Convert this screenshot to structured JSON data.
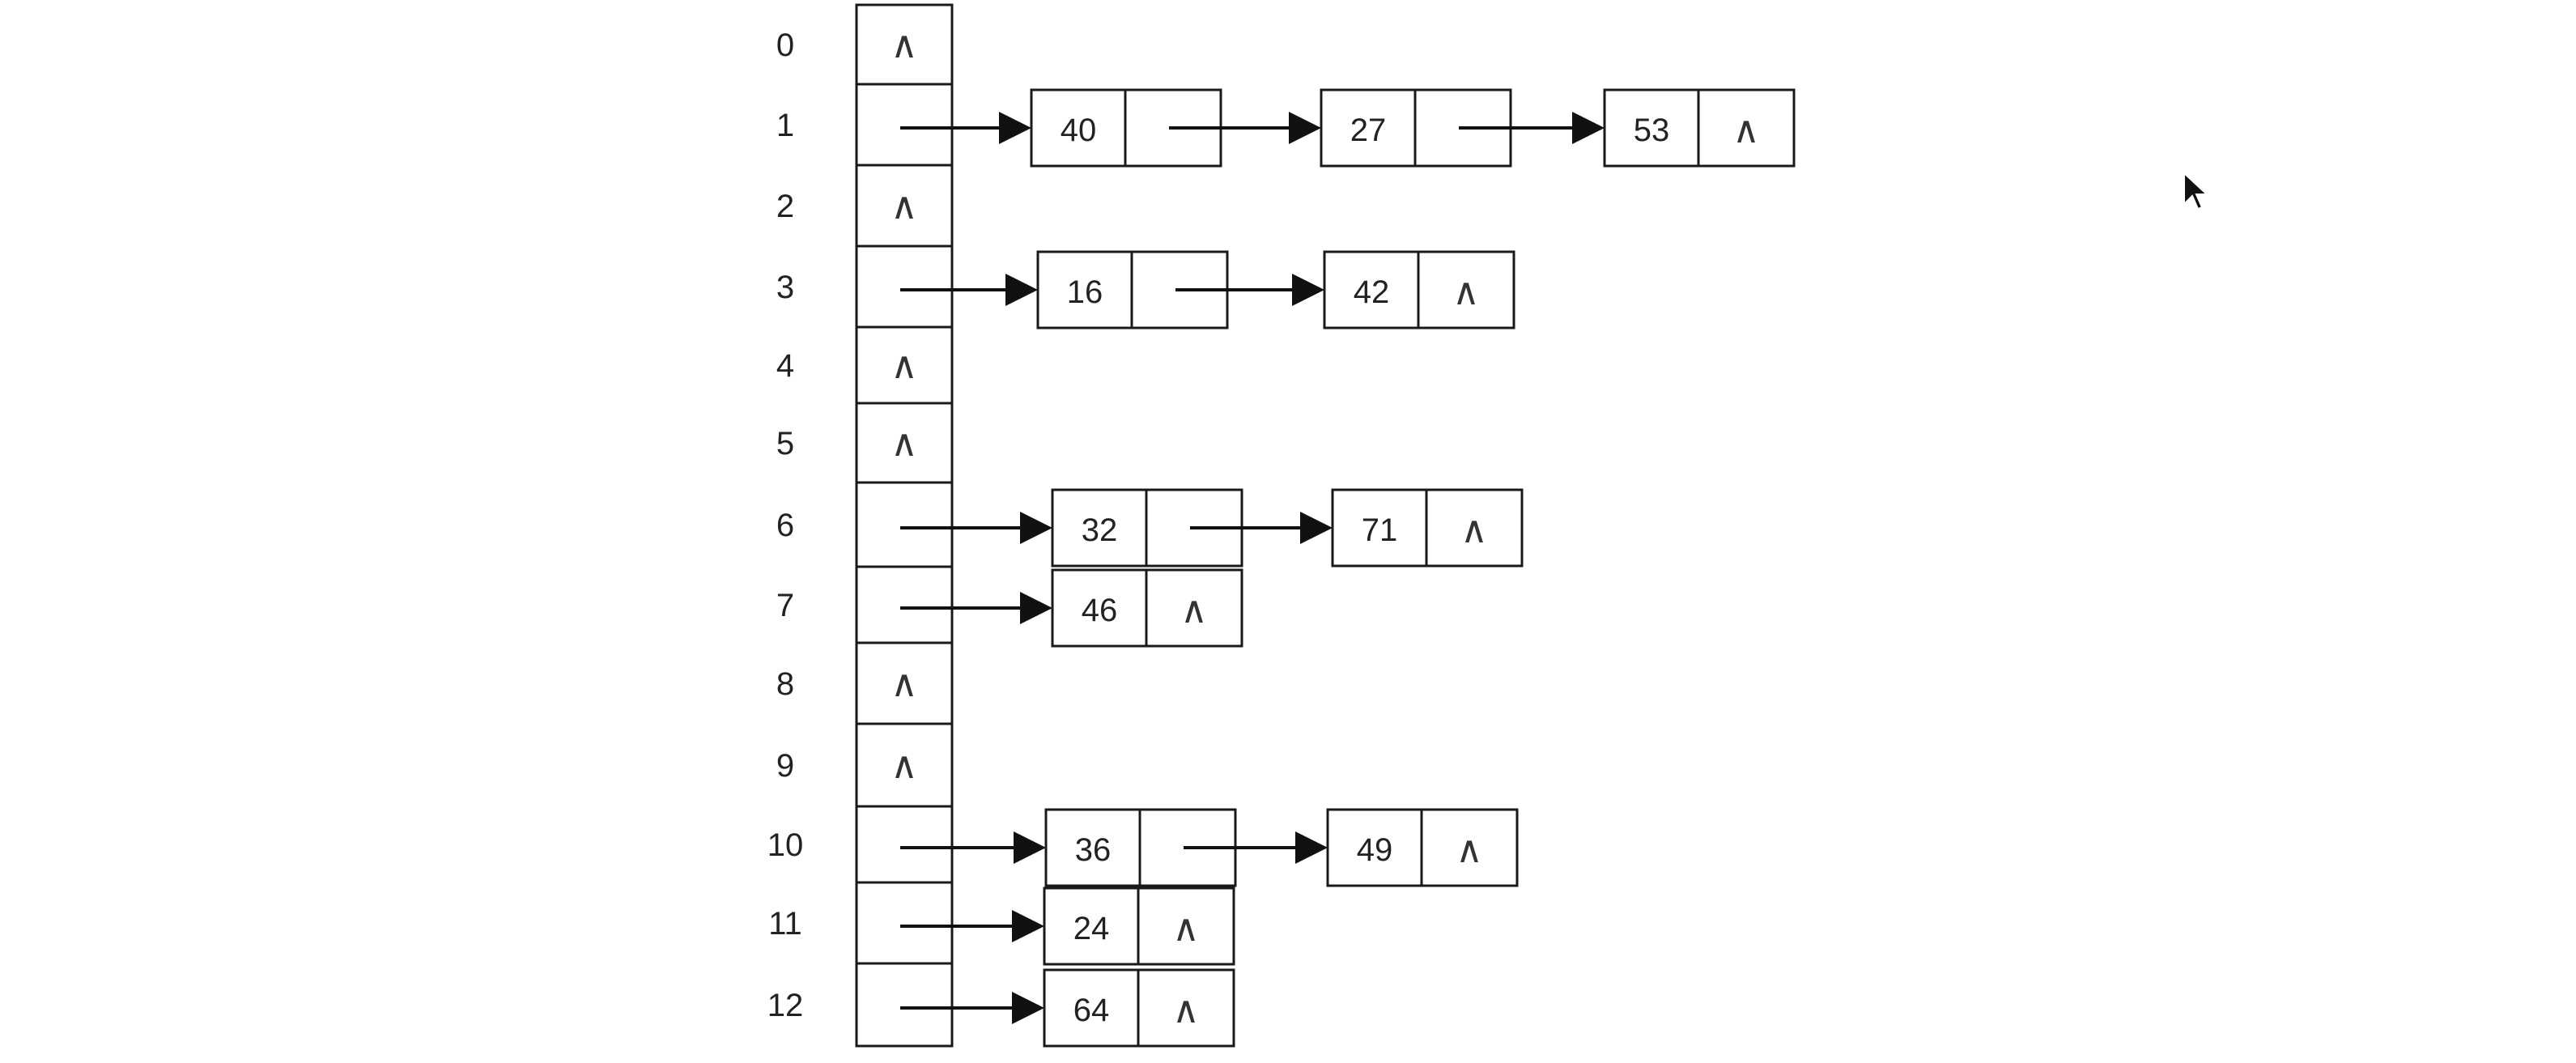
{
  "diagram": {
    "null_symbol": "∧",
    "slots": [
      {
        "index": "0",
        "chain": []
      },
      {
        "index": "1",
        "chain": [
          "40",
          "27",
          "53"
        ]
      },
      {
        "index": "2",
        "chain": []
      },
      {
        "index": "3",
        "chain": [
          "16",
          "42"
        ]
      },
      {
        "index": "4",
        "chain": []
      },
      {
        "index": "5",
        "chain": []
      },
      {
        "index": "6",
        "chain": [
          "32",
          "71"
        ]
      },
      {
        "index": "7",
        "chain": [
          "46"
        ]
      },
      {
        "index": "8",
        "chain": []
      },
      {
        "index": "9",
        "chain": []
      },
      {
        "index": "10",
        "chain": [
          "36",
          "49"
        ]
      },
      {
        "index": "11",
        "chain": [
          "24"
        ]
      },
      {
        "index": "12",
        "chain": [
          "64"
        ]
      }
    ]
  }
}
